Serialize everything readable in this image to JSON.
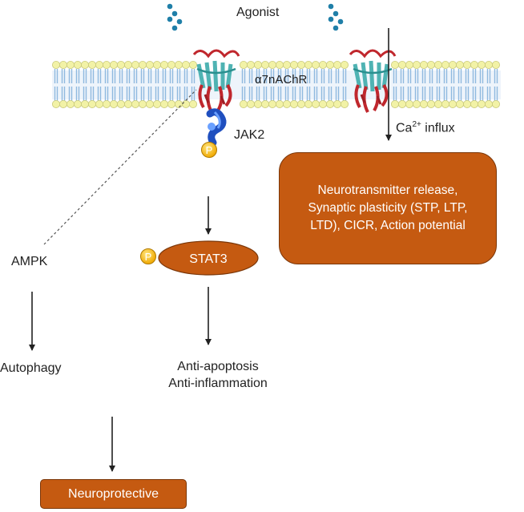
{
  "labels": {
    "agonist": "Agonist",
    "receptor": "α7nAChR",
    "jak2": "JAK2",
    "phospho": "P",
    "ca_base": "Ca",
    "ca_sup": "2+",
    "ca_suffix": " influx",
    "ampk": "AMPK",
    "stat3": "STAT3",
    "autophagy": "Autophagy",
    "anti_apoptosis": "Anti-apoptosis",
    "anti_inflammation": "Anti-inflammation",
    "effects_line1": "Neurotransmitter release,",
    "effects_line2": "Synaptic plasticity (STP, LTP,",
    "effects_line3": "LTD), CICR, Action potential",
    "neuroprotective": "Neuroprotective"
  },
  "colors": {
    "effect_box": "#c55a11",
    "membrane_head": "#f2f2a6",
    "membrane_tail": "#8fb9df",
    "receptor_teal": "#4fb3b3",
    "receptor_red": "#c0272d",
    "jak2_blue": "#1f4fbf",
    "phospho_yellow": "#f5b800",
    "agonist_teal": "#1f7fa8"
  }
}
